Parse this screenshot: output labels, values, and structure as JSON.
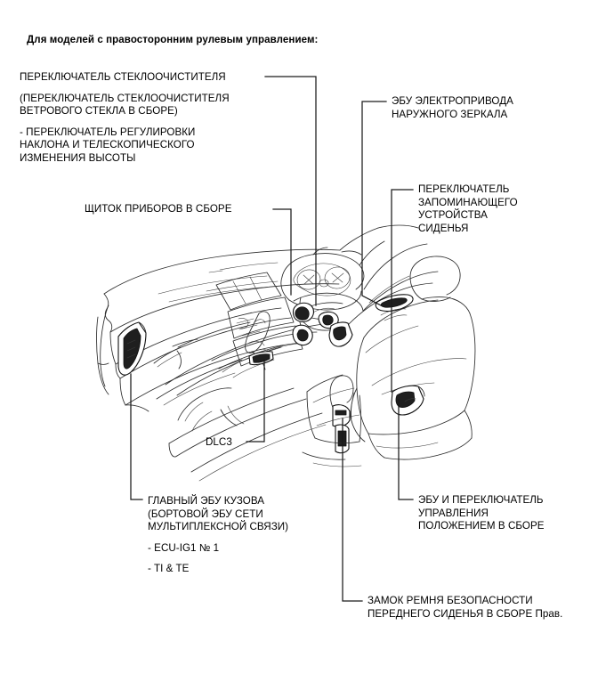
{
  "document": {
    "heading": "Для моделей с правосторонним рулевым управлением:",
    "figure_type": "line-art cutaway of vehicle interior (right-hand drive)"
  },
  "callouts": {
    "wiper_switch": {
      "line1": "ПЕРЕКЛЮЧАТЕЛЬ СТЕКЛООЧИСТИТЕЛЯ",
      "line2": "(ПЕРЕКЛЮЧАТЕЛЬ СТЕКЛООЧИСТИТЕЛЯ",
      "line3": "ВЕТРОВОГО СТЕКЛА В СБОРЕ)",
      "line4": "- ПЕРЕКЛЮЧАТЕЛЬ РЕГУЛИРОВКИ",
      "line5": "НАКЛОНА И ТЕЛЕСКОПИЧЕСКОГО",
      "line6": "ИЗМЕНЕНИЯ ВЫСОТЫ"
    },
    "combination_meter": {
      "line1": "ЩИТОК ПРИБОРОВ В СБОРЕ"
    },
    "mirror_ecu": {
      "line1": "ЭБУ ЭЛЕКТРОПРИВОДА",
      "line2": "НАРУЖНОГО ЗЕРКАЛА"
    },
    "seat_memory_switch": {
      "line1": "ПЕРЕКЛЮЧАТЕЛЬ",
      "line2": "ЗАПОМИНАЮЩЕГО",
      "line3": "УСТРОЙСТВА",
      "line4": "СИДЕНЬЯ"
    },
    "dlc3": {
      "label": "DLC3"
    },
    "main_body_ecu": {
      "line1": "ГЛАВНЫЙ ЭБУ КУЗОВА",
      "line2": "(БОРТОВОЙ ЭБУ СЕТИ",
      "line3": "МУЛЬТИПЛЕКСНОЙ СВЯЗИ)",
      "line4": "- ECU-IG1 № 1",
      "line5": "- TI & TE"
    },
    "position_control_ecu": {
      "line1": "ЭБУ И ПЕРЕКЛЮЧАТЕЛЬ",
      "line2": "УПРАВЛЕНИЯ",
      "line3": "ПОЛОЖЕНИЕМ В СБОРЕ"
    },
    "seat_belt_buckle": {
      "line1": "ЗАМОК РЕМНЯ БЕЗОПАСНОСТИ",
      "line2": "ПЕРЕДНЕГО СИДЕНЬЯ В СБОРЕ",
      "line2_suffix": "Прав."
    }
  },
  "colors": {
    "background": "#ffffff",
    "text": "#000000",
    "leader_line": "#1a1a1a",
    "artwork_line": "#2b2b2b",
    "part_fill": "#ffffff",
    "part_shadow": "#1f1f1f"
  }
}
